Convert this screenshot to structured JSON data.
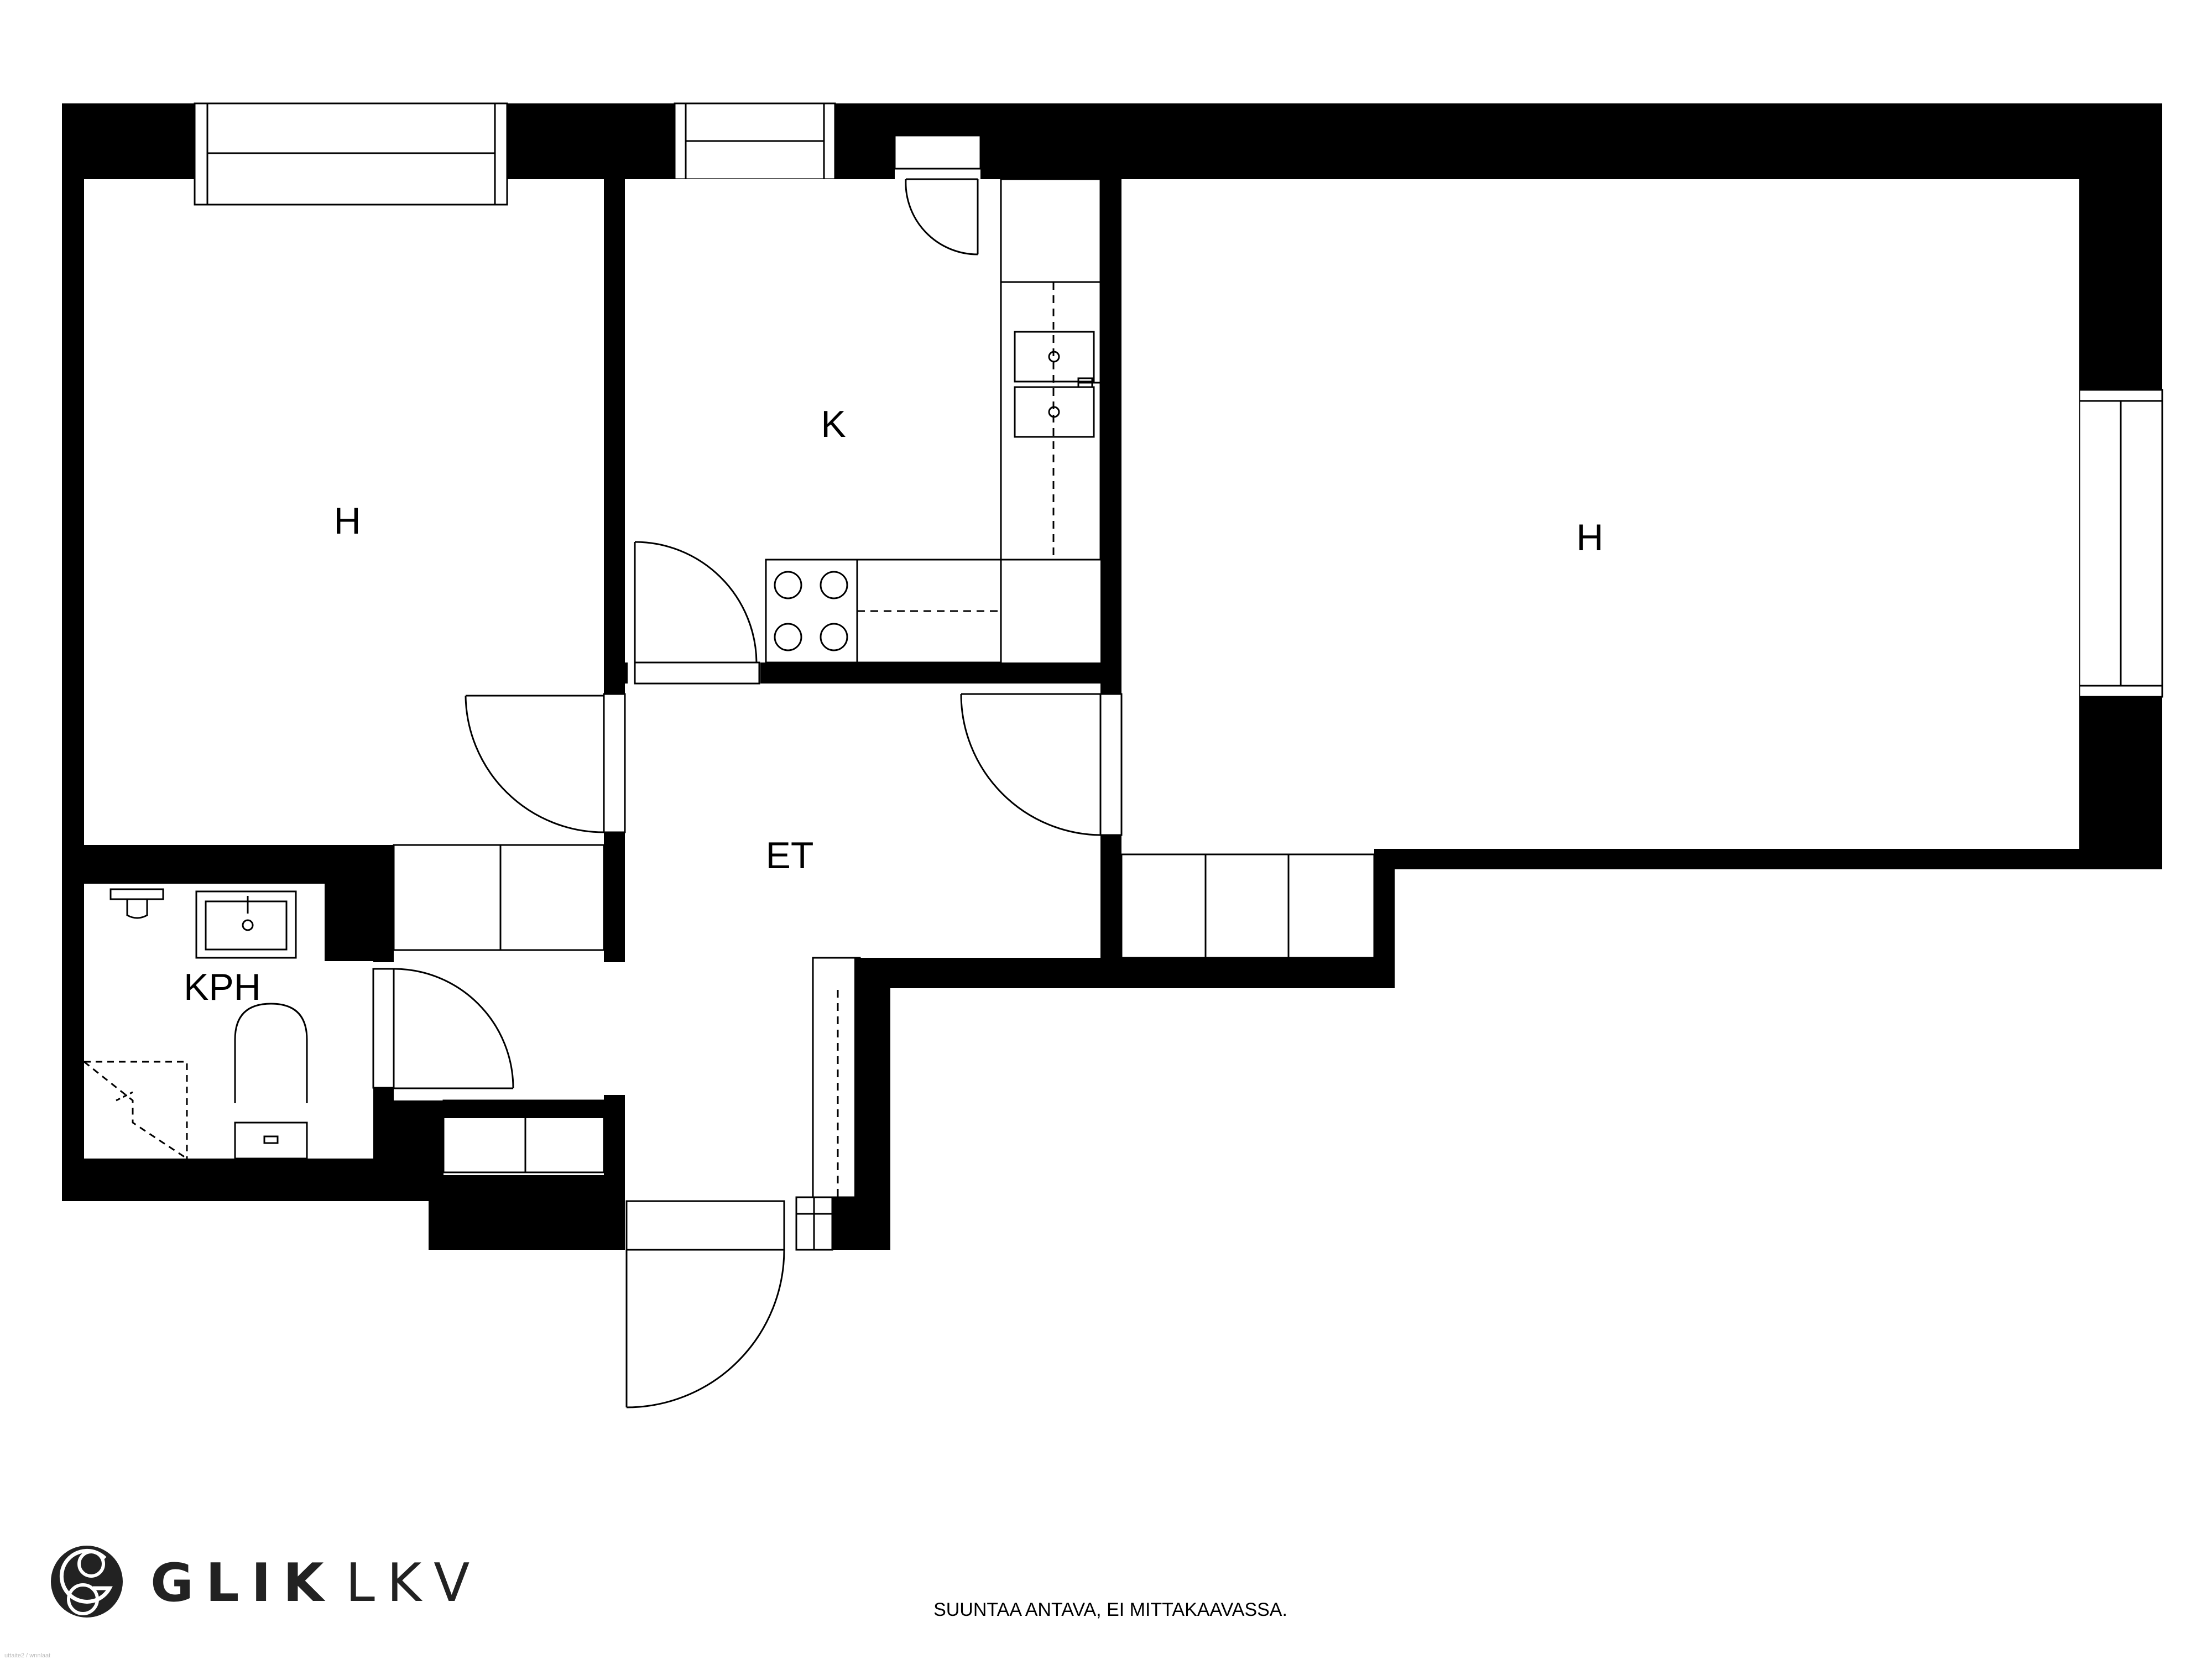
{
  "rooms": {
    "bedroom": "H",
    "kitchen": "K",
    "living": "H",
    "hall": "ET",
    "bathroom": "KPH"
  },
  "branding": {
    "name_bold": "GLIK",
    "name_light": "LKV",
    "logo_icon": "glik-monogram-icon"
  },
  "footer": {
    "disclaimer": "SUUNTAA ANTAVA, EI MITTAKAAVASSA.",
    "credit": "uttaite2 / wnnlaat"
  }
}
